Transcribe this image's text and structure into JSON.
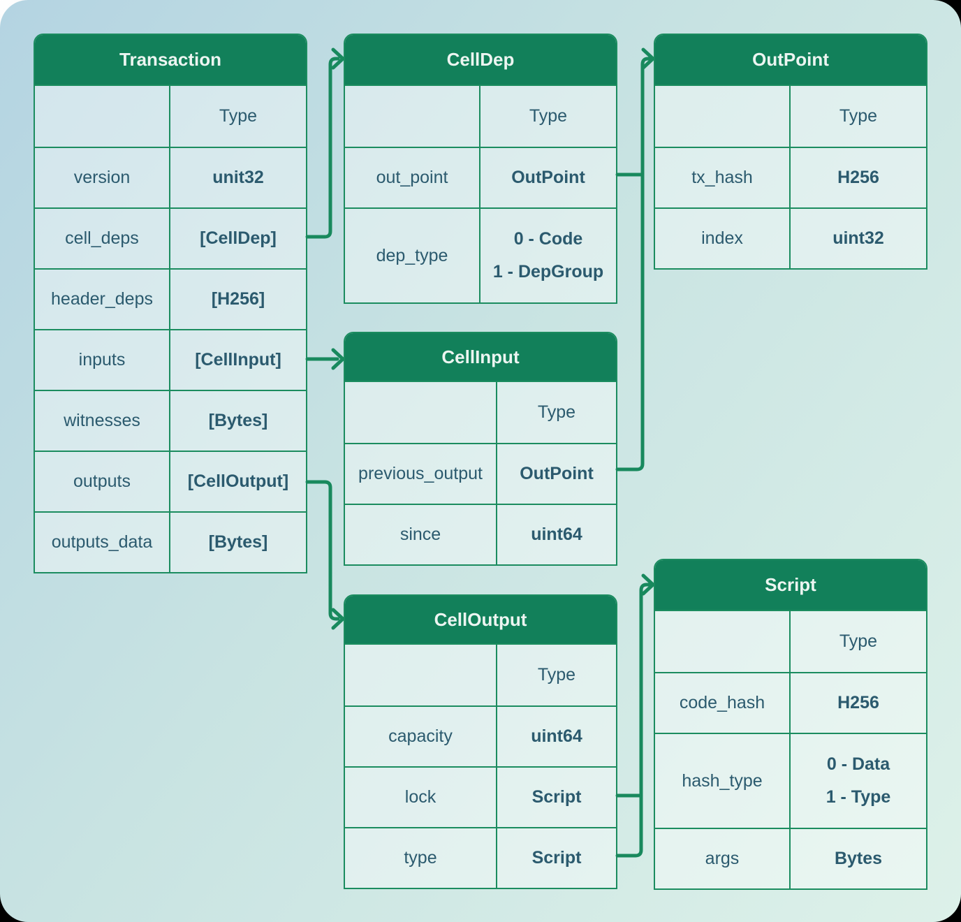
{
  "colors": {
    "header_green": "#12805a",
    "table_border_green": "#1b8c5f",
    "connector_green": "#18895d",
    "cell_text": "#2b5a6e",
    "header_text": "#ecf5f1",
    "background_gradient_from": "#b4d4e2",
    "background_gradient_to": "#ddf1e9"
  },
  "tables": {
    "transaction": {
      "title": "Transaction",
      "rows": [
        {
          "field": "",
          "type": "Type"
        },
        {
          "field": "version",
          "type": "unit32"
        },
        {
          "field": "cell_deps",
          "type": "[CellDep]"
        },
        {
          "field": "header_deps",
          "type": "[H256]"
        },
        {
          "field": "inputs",
          "type": "[CellInput]"
        },
        {
          "field": "witnesses",
          "type": "[Bytes]"
        },
        {
          "field": "outputs",
          "type": "[CellOutput]"
        },
        {
          "field": "outputs_data",
          "type": "[Bytes]"
        }
      ]
    },
    "celldep": {
      "title": "CellDep",
      "rows": [
        {
          "field": "",
          "type": "Type"
        },
        {
          "field": "out_point",
          "type": "OutPoint"
        },
        {
          "field": "dep_type",
          "type": "0 - Code\n1 - DepGroup"
        }
      ]
    },
    "outpoint": {
      "title": "OutPoint",
      "rows": [
        {
          "field": "",
          "type": "Type"
        },
        {
          "field": "tx_hash",
          "type": "H256"
        },
        {
          "field": "index",
          "type": "uint32"
        }
      ]
    },
    "cellinput": {
      "title": "CellInput",
      "rows": [
        {
          "field": "",
          "type": "Type"
        },
        {
          "field": "previous_output",
          "type": "OutPoint"
        },
        {
          "field": "since",
          "type": "uint64"
        }
      ]
    },
    "celloutput": {
      "title": "CellOutput",
      "rows": [
        {
          "field": "",
          "type": "Type"
        },
        {
          "field": "capacity",
          "type": "uint64"
        },
        {
          "field": "lock",
          "type": "Script"
        },
        {
          "field": "type",
          "type": "Script"
        }
      ]
    },
    "script": {
      "title": "Script",
      "rows": [
        {
          "field": "",
          "type": "Type"
        },
        {
          "field": "code_hash",
          "type": "H256"
        },
        {
          "field": "hash_type",
          "type": "0 - Data\n1 - Type"
        },
        {
          "field": "args",
          "type": "Bytes"
        }
      ]
    }
  },
  "connections": [
    {
      "from": "Transaction.cell_deps",
      "to": "CellDep"
    },
    {
      "from": "Transaction.inputs",
      "to": "CellInput"
    },
    {
      "from": "Transaction.outputs",
      "to": "CellOutput"
    },
    {
      "from": "CellDep.out_point",
      "to": "OutPoint"
    },
    {
      "from": "CellInput.previous_output",
      "to": "OutPoint"
    },
    {
      "from": "CellOutput.lock",
      "to": "Script"
    },
    {
      "from": "CellOutput.type",
      "to": "Script"
    }
  ]
}
